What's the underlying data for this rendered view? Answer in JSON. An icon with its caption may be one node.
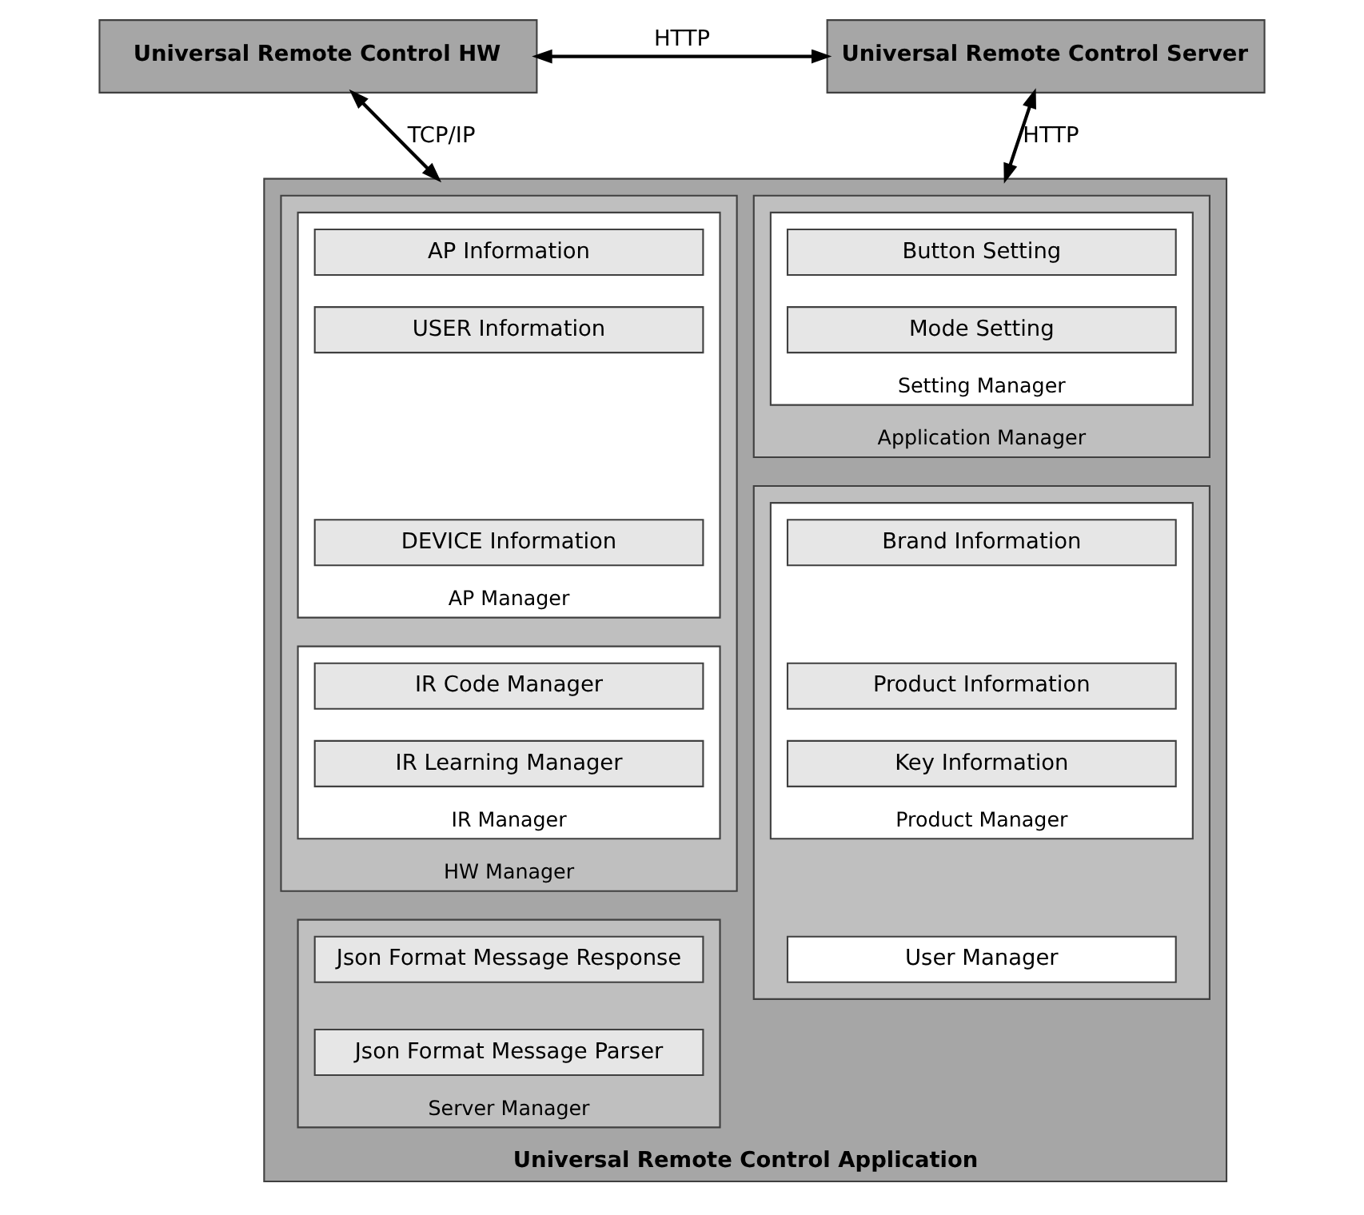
{
  "diagram": {
    "nodes": [
      {
        "text": [
          "Universal Remote Control HW"
        ]
      },
      {
        "text": [
          "Universal Remote Control Server"
        ]
      },
      {
        "text": [
          "Universal Remote Control Application"
        ]
      },
      {
        "text": [
          "HW Manager"
        ],
        "in": 2
      },
      {
        "text": [
          "AP Manager"
        ],
        "in": 3
      },
      {
        "text": [
          "AP Information"
        ],
        "in": 4
      },
      {
        "text": [
          "USER Information"
        ],
        "in": 4
      },
      {
        "text": [
          "DEVICE Information"
        ],
        "in": 4
      },
      {
        "text": [
          "IR Manager"
        ],
        "in": 3
      },
      {
        "text": [
          "IR Code Manager"
        ],
        "in": 8
      },
      {
        "text": [
          "IR Learning Manager"
        ],
        "in": 8
      },
      {
        "text": [
          "Server Manager"
        ],
        "in": 2
      },
      {
        "text": [
          "Json Format Message Response"
        ],
        "in": 11
      },
      {
        "text": [
          "Json Format Message Parser"
        ],
        "in": 11
      },
      {
        "text": [
          "Application Manager"
        ],
        "in": 2
      },
      {
        "text": [
          "Setting Manager"
        ],
        "in": 14
      },
      {
        "text": [
          "Button Setting"
        ],
        "in": 15
      },
      {
        "text": [
          "Mode Setting"
        ],
        "in": 15
      },
      {
        "text": [],
        "shape": "box",
        "in": 2
      },
      {
        "text": [
          "Product Manager"
        ],
        "in": 18
      },
      {
        "text": [
          "Brand Information"
        ],
        "in": 19
      },
      {
        "text": [
          "Product Information"
        ],
        "in": 19
      },
      {
        "text": [
          "Key Information"
        ],
        "in": 19
      },
      {
        "text": [
          "User Manager"
        ],
        "in": 18
      }
    ],
    "edges": [
      {
        "from": 0,
        "to": 1,
        "arrow": "both",
        "label": "HTTP"
      },
      {
        "from": 0,
        "to": 2,
        "arrow": "both",
        "label": "TCP/IP"
      },
      {
        "from": 1,
        "to": 2,
        "arrow": "both",
        "label": "HTTP"
      }
    ]
  }
}
